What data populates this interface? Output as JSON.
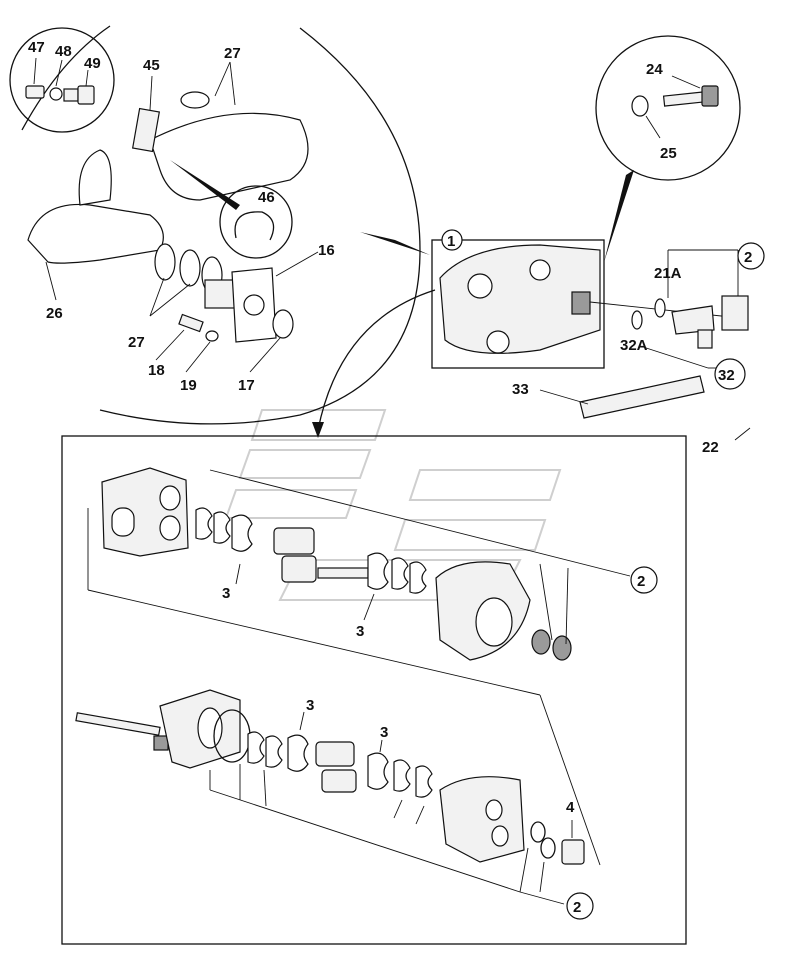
{
  "callouts": {
    "c47": "47",
    "c48": "48",
    "c49": "49",
    "c45": "45",
    "c27_top": "27",
    "c46": "46",
    "c16": "16",
    "c26": "26",
    "c27_bottom": "27",
    "c18": "18",
    "c19": "19",
    "c17": "17",
    "c24": "24",
    "c25": "25",
    "c1": "1",
    "c2_top": "2",
    "c21A": "21A",
    "c32A": "32A",
    "c32": "32",
    "c33": "33",
    "c22": "22",
    "c2_mid": "2",
    "c3_a": "3",
    "c3_b": "3",
    "c3_c": "3",
    "c3_d": "3",
    "c4": "4",
    "c2_bottom": "2"
  },
  "colors": {
    "line": "#111111",
    "shade": "#9a9a9a",
    "fill": "#f2f2f2",
    "watermark": "#cfcfcf"
  }
}
